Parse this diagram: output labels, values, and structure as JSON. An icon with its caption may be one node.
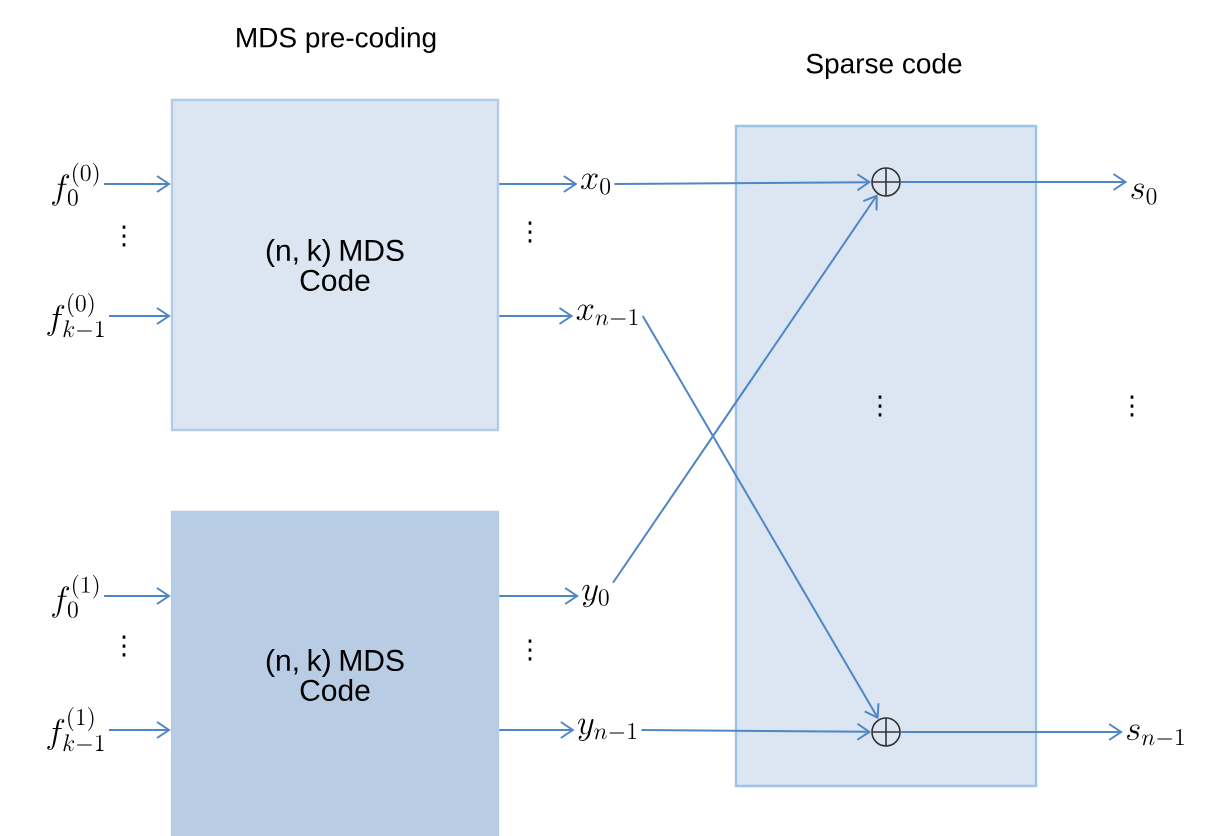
{
  "diagram": {
    "nodes": [
      {
        "text": [
          "MDS pre-coding",
          "(n, k) MDS Code"
        ]
      },
      {
        "text": [
          "(n, k) MDS Code"
        ]
      },
      {
        "text": [
          "Sparse code"
        ]
      },
      {
        "text": [],
        "shape": "circle",
        "in": 2
      },
      {
        "text": [],
        "shape": "circle",
        "in": 2
      },
      {
        "text": [
          "f_0^{(0)}"
        ]
      },
      {
        "text": [
          "f_{k-1}^{(0)}"
        ]
      },
      {
        "text": [
          "f_0^{(1)}"
        ]
      },
      {
        "text": [
          "f_{k-1}^{(1)}"
        ]
      },
      {
        "text": [
          "x_0"
        ]
      },
      {
        "text": [
          "x_{n-1}"
        ]
      },
      {
        "text": [
          "y_0"
        ]
      },
      {
        "text": [
          "y_{n-1}"
        ]
      },
      {
        "text": [
          "s_0"
        ]
      },
      {
        "text": [
          "s_{n-1}"
        ]
      }
    ],
    "edges": [
      {
        "from": 5,
        "to": 0,
        "arrow": "to"
      },
      {
        "from": 6,
        "to": 0,
        "arrow": "to"
      },
      {
        "from": 7,
        "to": 1,
        "arrow": "to"
      },
      {
        "from": 8,
        "to": 1,
        "arrow": "to"
      },
      {
        "from": 0,
        "to": 9,
        "arrow": "to"
      },
      {
        "from": 0,
        "to": 10,
        "arrow": "to"
      },
      {
        "from": 1,
        "to": 11,
        "arrow": "to"
      },
      {
        "from": 1,
        "to": 12,
        "arrow": "to"
      },
      {
        "from": 9,
        "to": 3,
        "arrow": "to"
      },
      {
        "from": 11,
        "to": 3,
        "arrow": "to"
      },
      {
        "from": 10,
        "to": 4,
        "arrow": "to"
      },
      {
        "from": 12,
        "to": 4,
        "arrow": "to"
      },
      {
        "from": 3,
        "to": 13,
        "arrow": "to"
      },
      {
        "from": 4,
        "to": 14,
        "arrow": "to"
      }
    ],
    "labels": [
      "⋮",
      "⋮",
      "⋮",
      "⋮",
      "⋮",
      "⋮"
    ]
  }
}
